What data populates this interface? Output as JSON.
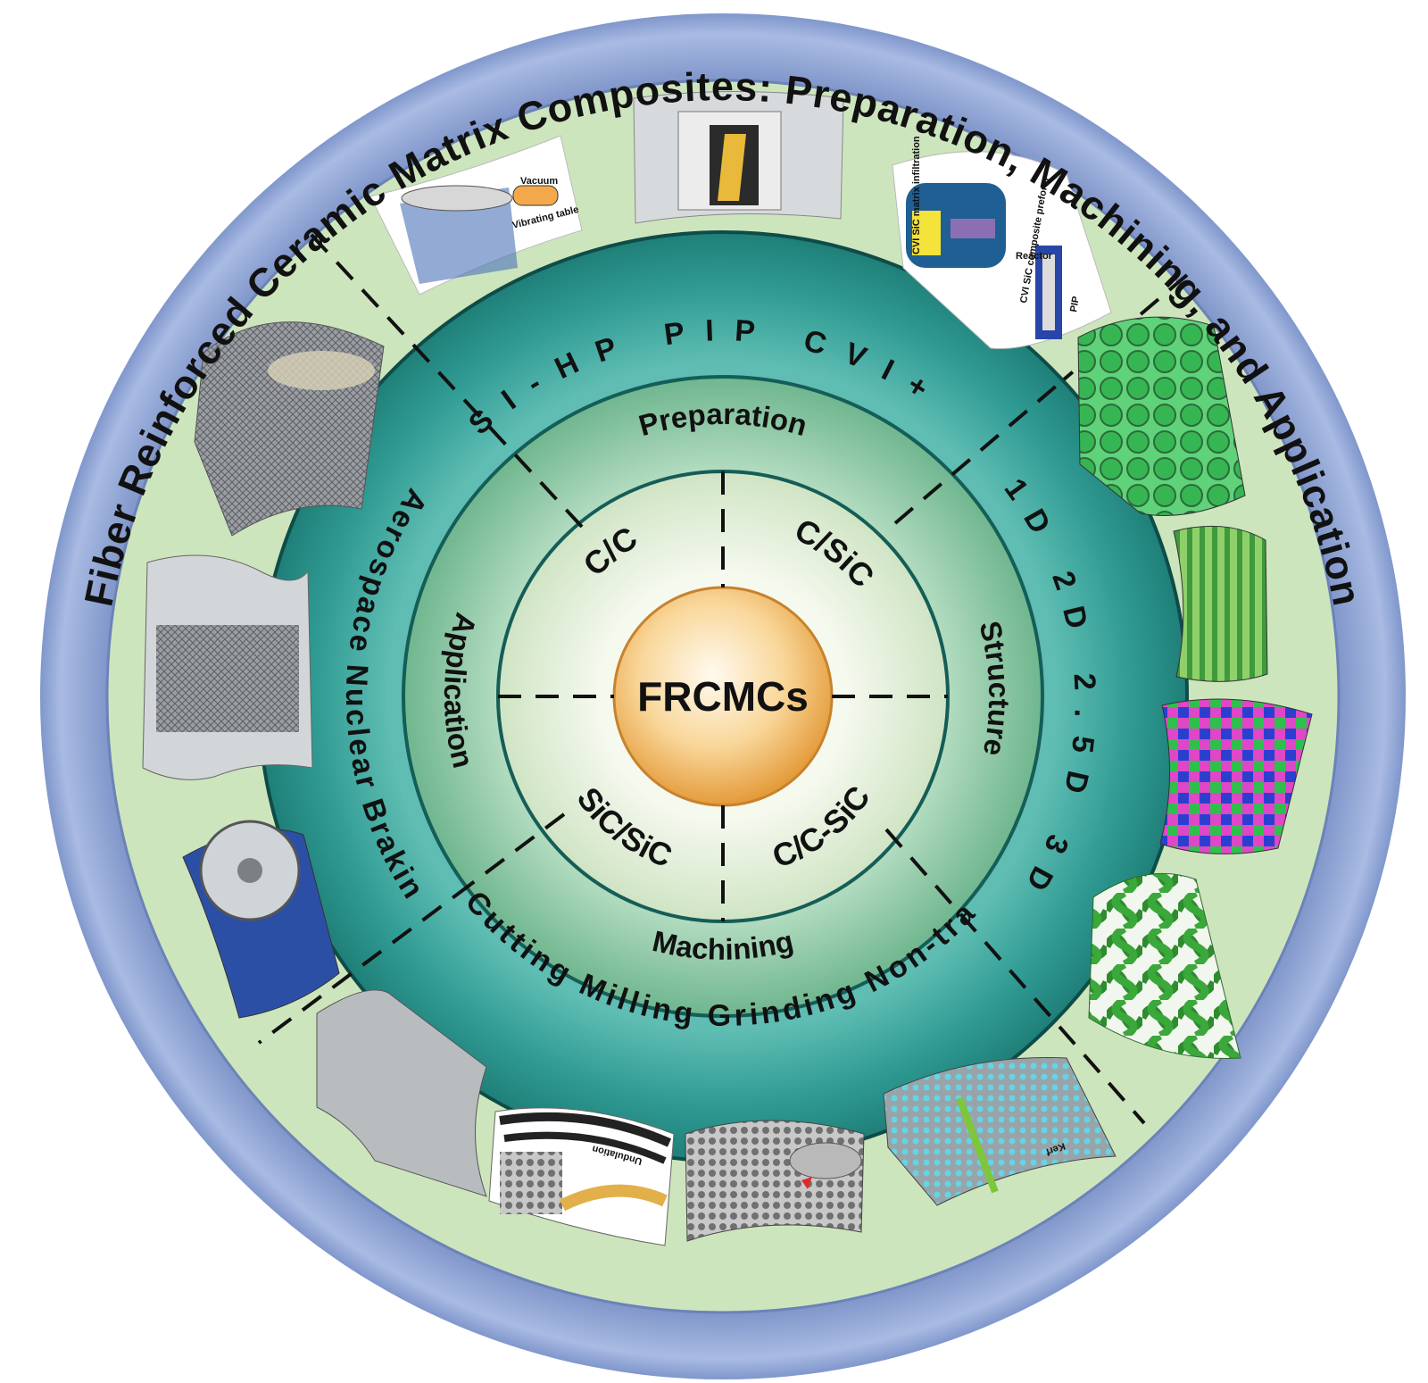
{
  "title": "Fiber Reinforced Ceramic Matrix Composites: Preparation, Machining, and Application",
  "center": "FRCMCs",
  "core_types": [
    "C/C",
    "C/SiC",
    "C/C-SiC",
    "SiC/SiC"
  ],
  "sections": [
    "Preparation",
    "Structure",
    "Machining",
    "Application"
  ],
  "preparation_methods": [
    "SI-HP",
    "PIP",
    "CVI+PIP"
  ],
  "structures": [
    "1D",
    "2D",
    "2.5D",
    "3D"
  ],
  "machining_methods": [
    "Cutting",
    "Milling",
    "Grinding",
    "Non-tra"
  ],
  "applications": [
    "Aerospace",
    "Nuclear",
    "Braking"
  ],
  "image_labels": {
    "vacuum": "Vacuum",
    "vibrating_table": "Vibrating table",
    "cvi_matrix": "CVI SiC matrix infiltration",
    "reactor": "Reactor",
    "cvi_preform": "CVI SiC composite preform",
    "pip": "PIP",
    "undulation": "Undulation",
    "kerf": "Kerf"
  },
  "colors": {
    "outer_band": "#8fa6d6",
    "image_ring": "#cfe6c0",
    "method_ring": "#3aa49c",
    "section_ring": "#8fcaa8",
    "core_ring": "#e9f3e0",
    "center": "#f4c170"
  }
}
